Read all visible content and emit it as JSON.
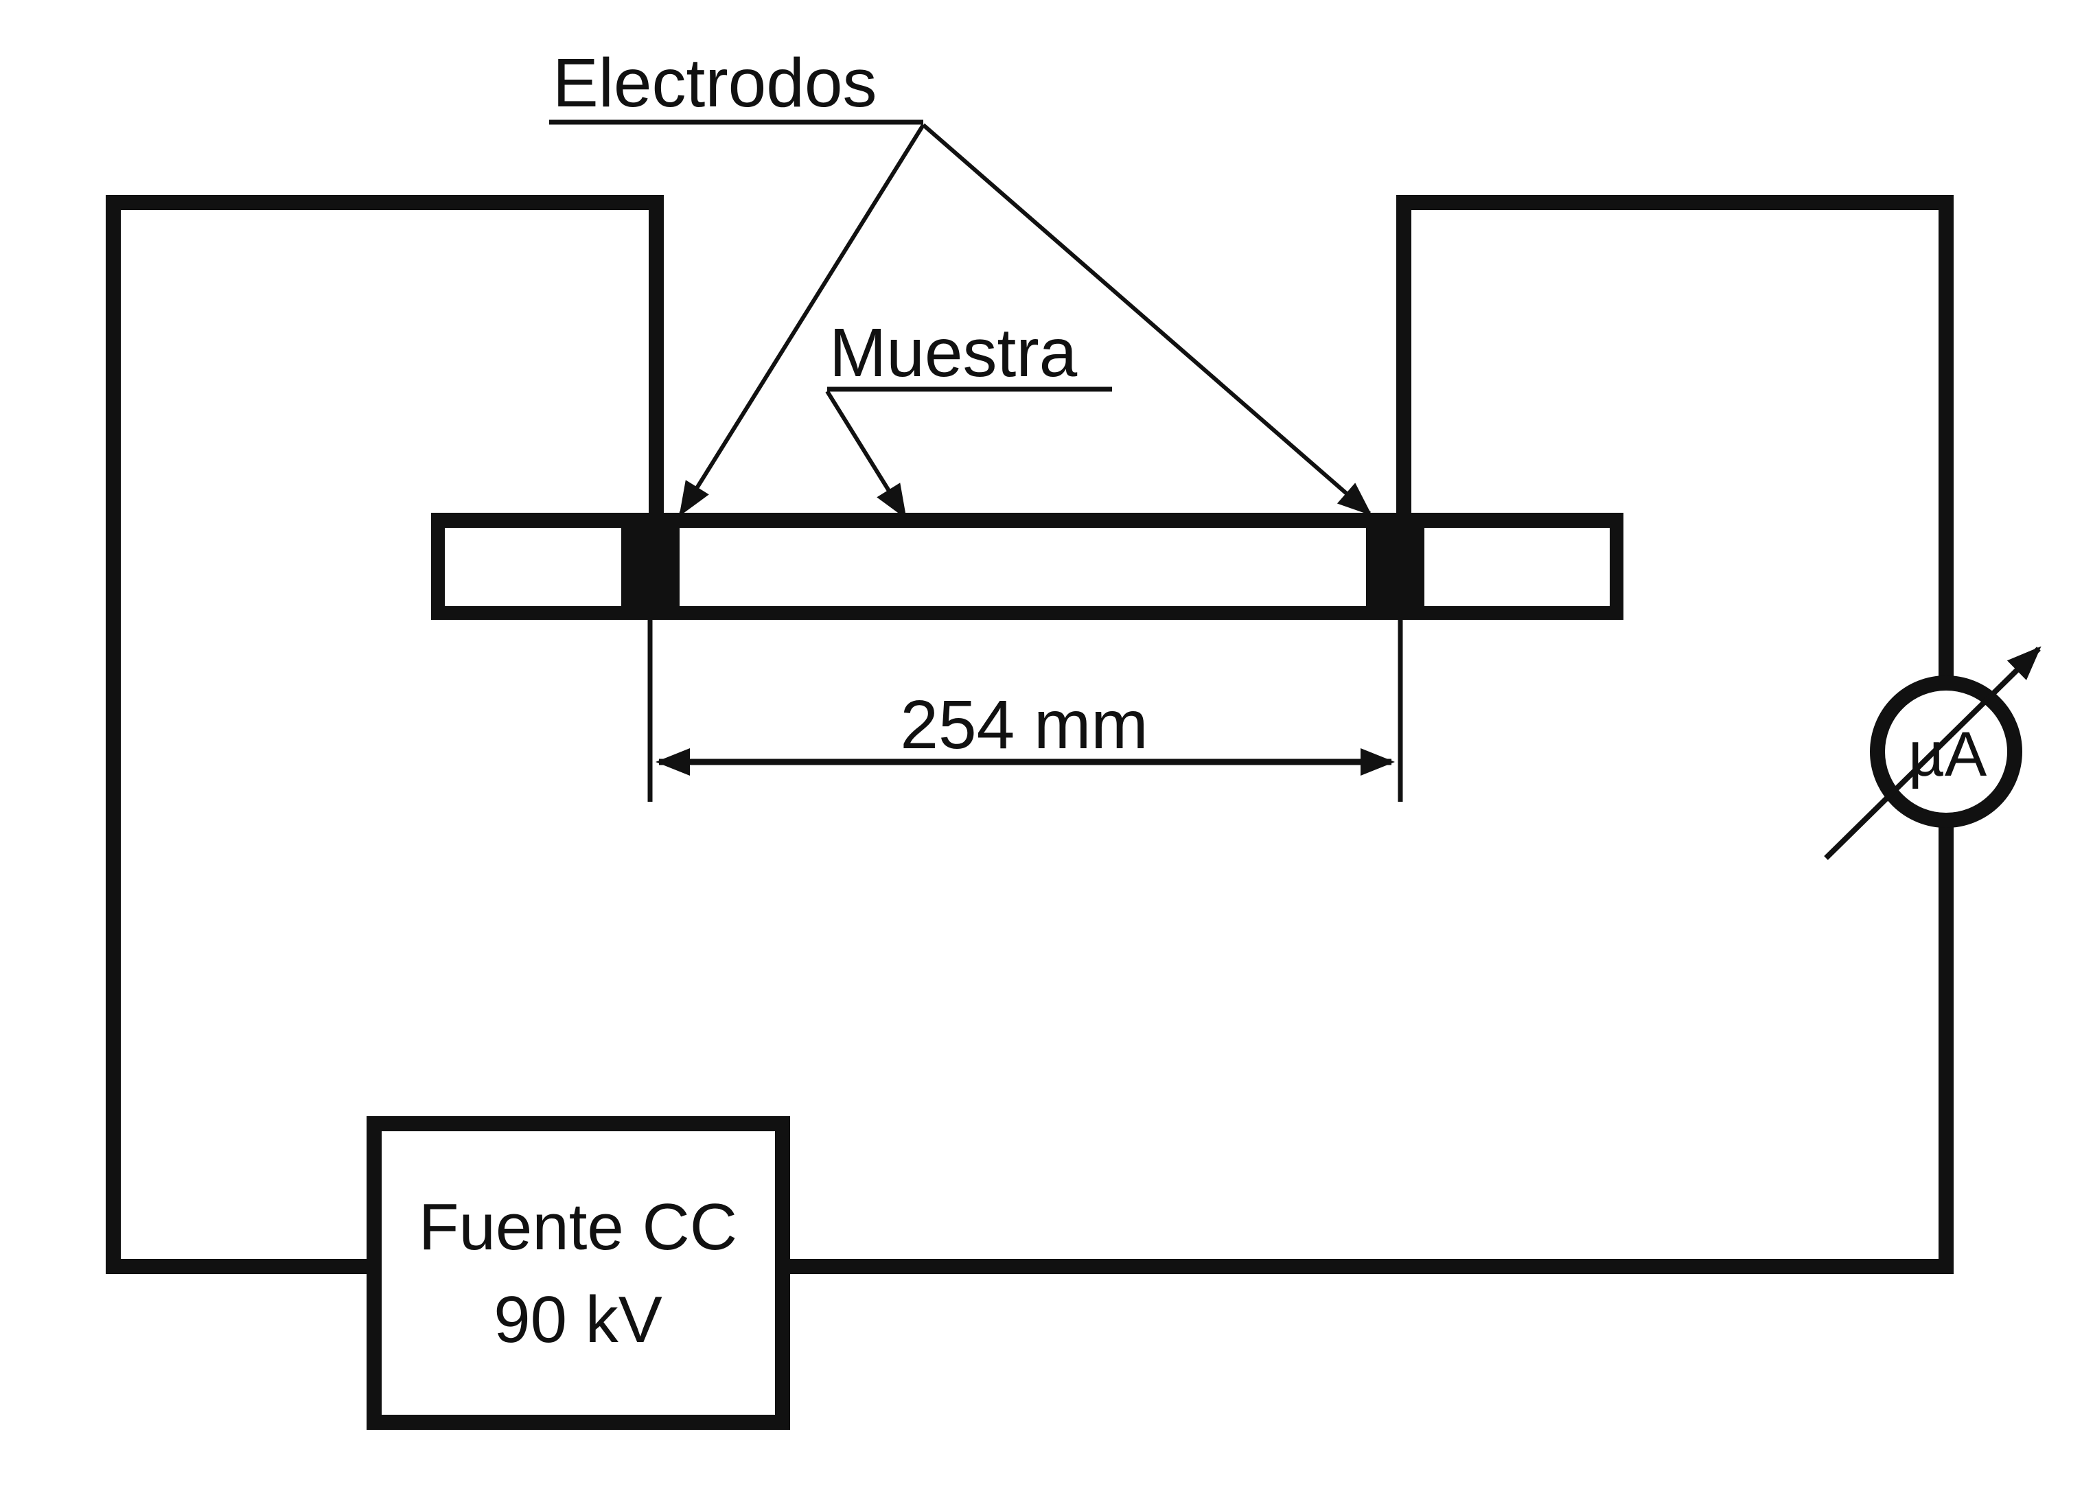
{
  "labels": {
    "electrodes": "Electrodos",
    "sample": "Muestra",
    "distance": "254 mm",
    "source_line1": "Fuente CC",
    "source_line2": "90 kV",
    "ammeter": "µA"
  },
  "colors": {
    "ink": "#111111",
    "background": "#ffffff"
  }
}
